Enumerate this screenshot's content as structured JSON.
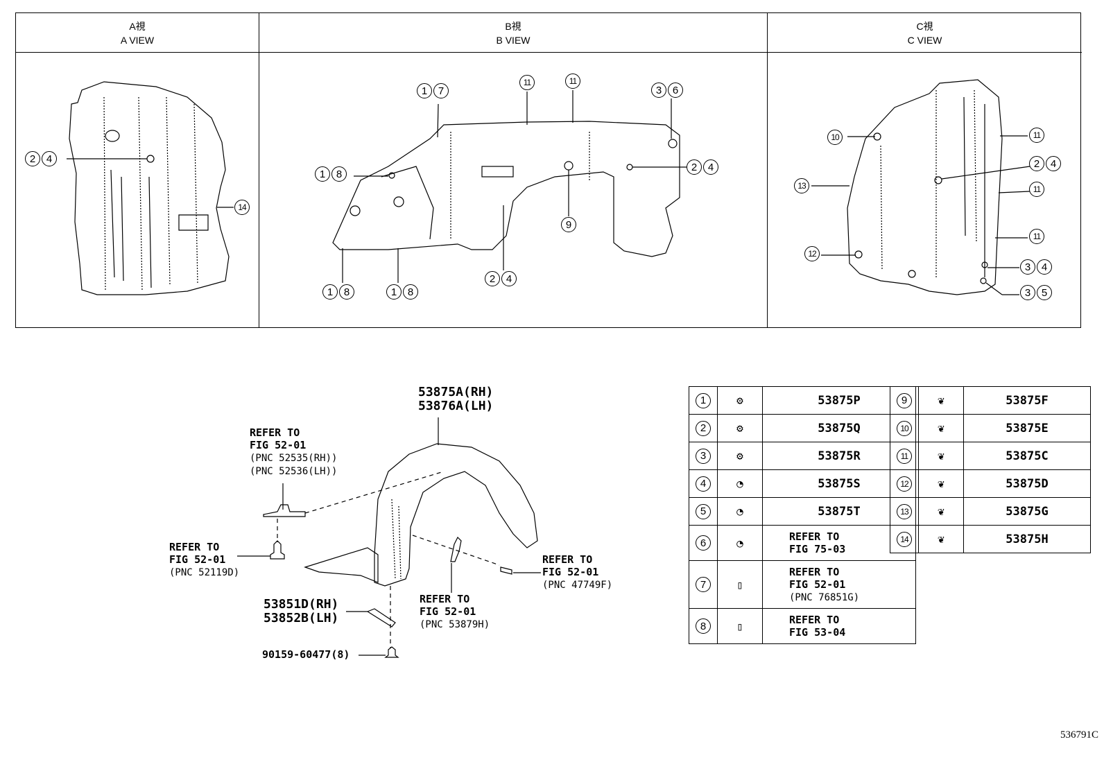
{
  "views": [
    {
      "id": "A",
      "title_jp": "A視",
      "title_en": "A VIEW",
      "callouts": [
        {
          "nums": [
            "2",
            "4"
          ]
        },
        {
          "nums": [
            "14"
          ]
        }
      ]
    },
    {
      "id": "B",
      "title_jp": "B視",
      "title_en": "B VIEW",
      "callouts": [
        {
          "nums": [
            "1",
            "7"
          ]
        },
        {
          "nums": [
            "11"
          ]
        },
        {
          "nums": [
            "11"
          ]
        },
        {
          "nums": [
            "3",
            "6"
          ]
        },
        {
          "nums": [
            "1",
            "8"
          ]
        },
        {
          "nums": [
            "2",
            "4"
          ]
        },
        {
          "nums": [
            "9"
          ]
        },
        {
          "nums": [
            "2",
            "4"
          ]
        },
        {
          "nums": [
            "1",
            "8"
          ]
        },
        {
          "nums": [
            "1",
            "8"
          ]
        }
      ]
    },
    {
      "id": "C",
      "title_jp": "C視",
      "title_en": "C VIEW",
      "callouts": [
        {
          "nums": [
            "10"
          ]
        },
        {
          "nums": [
            "11"
          ]
        },
        {
          "nums": [
            "2",
            "4"
          ]
        },
        {
          "nums": [
            "13"
          ]
        },
        {
          "nums": [
            "11"
          ]
        },
        {
          "nums": [
            "11"
          ]
        },
        {
          "nums": [
            "12"
          ]
        },
        {
          "nums": [
            "3",
            "4"
          ]
        },
        {
          "nums": [
            "3",
            "5"
          ]
        }
      ]
    }
  ],
  "exploded": {
    "main_part": {
      "line1": "53875A(RH)",
      "line2": "53876A(LH)"
    },
    "ref_bracket": {
      "line1": "REFER TO",
      "line2": "FIG 52-01",
      "line3": "(PNC 52535(RH))",
      "line4": "(PNC 52536(LH))"
    },
    "ref_bolt": {
      "line1": "REFER TO",
      "line2": "FIG 52-01",
      "line3": "(PNC 52119D)"
    },
    "ref_clip": {
      "line1": "REFER TO",
      "line2": "FIG 52-01",
      "line3": "(PNC 53879H)"
    },
    "ref_screw": {
      "line1": "REFER TO",
      "line2": "FIG 52-01",
      "line3": "(PNC 47749F)"
    },
    "seal_part": {
      "line1": "53851D(RH)",
      "line2": "53852B(LH)"
    },
    "screw_part": "90159-60477(8)"
  },
  "fastener_table": {
    "left": [
      {
        "num": "1",
        "icon": "screw-washer-icon",
        "part": "53875P"
      },
      {
        "num": "2",
        "icon": "screw-washer-icon",
        "part": "53875Q"
      },
      {
        "num": "3",
        "icon": "screw-washer-icon",
        "part": "53875R"
      },
      {
        "num": "4",
        "icon": "clip-icon",
        "part": "53875S"
      },
      {
        "num": "5",
        "icon": "clip-icon",
        "part": "53875T"
      },
      {
        "num": "6",
        "icon": "clip-icon",
        "part": "REFER TO\nFIG 75-03"
      },
      {
        "num": "7",
        "icon": "nut-clip-icon",
        "part": "REFER TO\nFIG 52-01",
        "pnc": "(PNC 76851G)"
      },
      {
        "num": "8",
        "icon": "nut-clip-icon",
        "part": "REFER TO\nFIG 53-04"
      }
    ],
    "right": [
      {
        "num": "9",
        "icon": "push-clip-icon",
        "part": "53875F"
      },
      {
        "num": "10",
        "icon": "push-clip-icon",
        "part": "53875E"
      },
      {
        "num": "11",
        "icon": "push-clip-icon",
        "part": "53875C"
      },
      {
        "num": "12",
        "icon": "push-clip-icon",
        "part": "53875D"
      },
      {
        "num": "13",
        "icon": "push-clip-icon",
        "part": "53875G"
      },
      {
        "num": "14",
        "icon": "push-clip-icon",
        "part": "53875H"
      }
    ]
  },
  "figure_id": "536791C"
}
